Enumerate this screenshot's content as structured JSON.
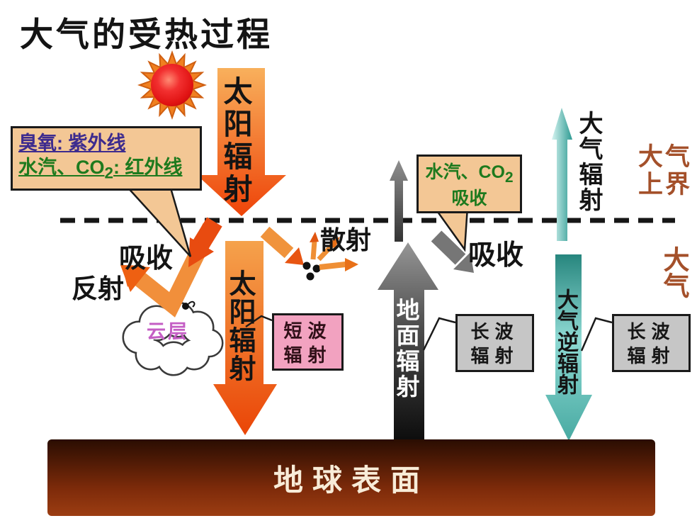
{
  "title": "大气的受热过程",
  "labels": {
    "solar_radiation": "太阳辐射",
    "absorb_left": "吸收",
    "reflect": "反射",
    "scatter": "散射",
    "absorb_right": "吸收",
    "cloud": "云层",
    "ground_radiation": "地面辐射",
    "atmos_radiation": "大气辐射",
    "atmos_counter_radiation": "大气逆辐射",
    "atmos_upper_line1": "大气",
    "atmos_upper_line2": "上界",
    "atmosphere": "大气",
    "earth_surface": "地球表面"
  },
  "callouts": {
    "left": {
      "line1": "臭氧: 紫外线",
      "line2_text": "水汽、CO",
      "line2_sub": "2",
      "line2_rest": ": 红外线"
    },
    "right": {
      "line1_text": "水汽、CO",
      "line1_sub": "2",
      "line2": "吸收"
    }
  },
  "boxes": {
    "shortwave_line1": "短波",
    "shortwave_line2": "辐射",
    "longwave_line1": "长波",
    "longwave_line2": "辐射"
  },
  "colors": {
    "solar_arrow_top": "#f8a94e",
    "solar_arrow_bottom": "#ec4a08",
    "teal_radiation": "#2f9e96",
    "callout_bg": "#f3c795",
    "shortwave_box_bg": "#f2a2c0",
    "longwave_box_bg": "#c6c6c6",
    "ground_top": "#2a0d02",
    "ground_bottom": "#9c3d12",
    "boundary_label": "#a4502a",
    "cloud_label": "#c45ec4",
    "ozone_text": "#3d2b8e",
    "vapor_text": "#1e7a1e"
  }
}
